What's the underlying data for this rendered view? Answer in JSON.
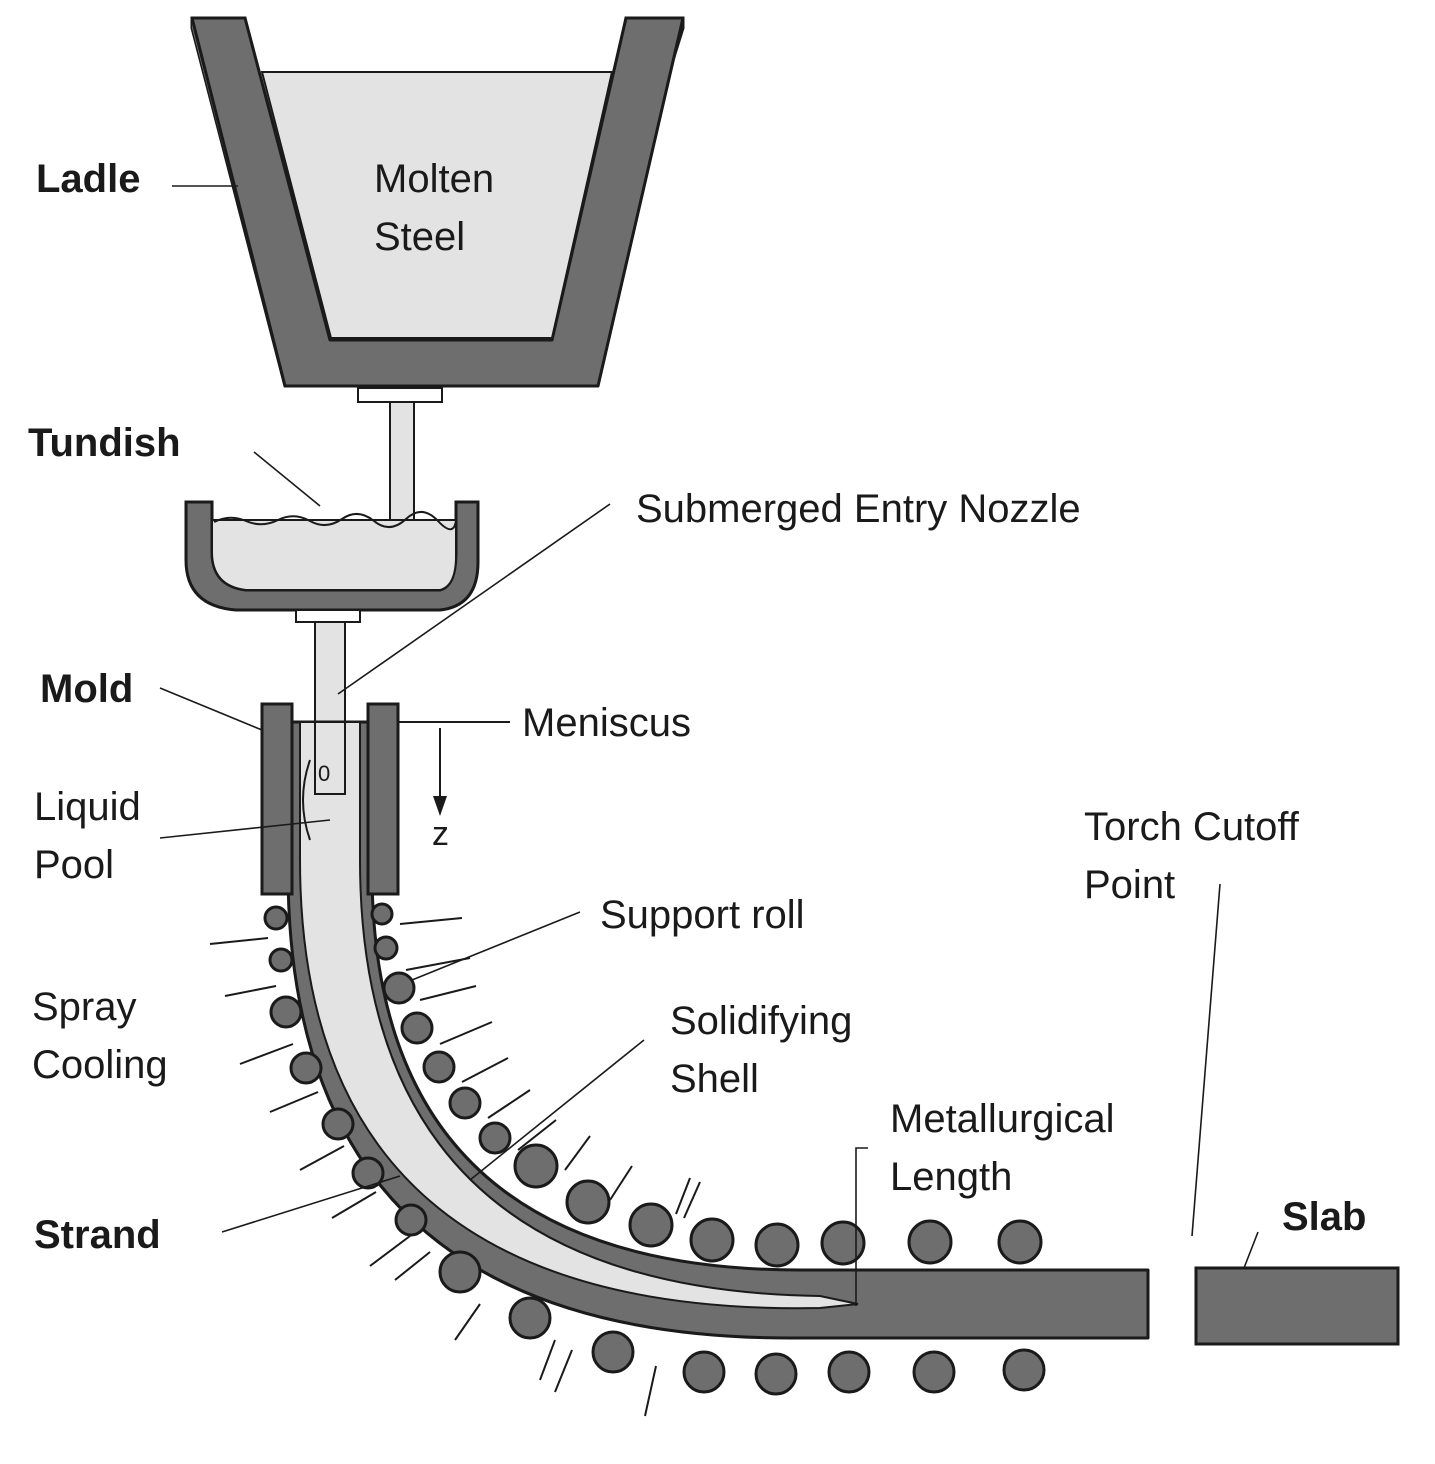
{
  "labels": {
    "ladle": "Ladle",
    "molten_steel": [
      "Molten",
      "Steel"
    ],
    "tundish": "Tundish",
    "submerged_entry_nozzle": "Submerged Entry Nozzle",
    "mold": "Mold",
    "meniscus": "Meniscus",
    "origin": "0",
    "z_axis": "z",
    "liquid_pool": [
      "Liquid",
      "Pool"
    ],
    "torch_cutoff_point": [
      "Torch Cutoff",
      "Point"
    ],
    "support_roll": "Support roll",
    "spray_cooling": [
      "Spray",
      "Cooling"
    ],
    "solidifying_shell": [
      "Solidifying",
      "Shell"
    ],
    "metallurgical_length": [
      "Metallurgical",
      "Length"
    ],
    "strand": "Strand",
    "slab": "Slab"
  },
  "colors": {
    "steel_wall": "#6e6e6e",
    "liquid": "#e3e3e3",
    "outline": "#1a1a1a",
    "background": "#ffffff"
  }
}
